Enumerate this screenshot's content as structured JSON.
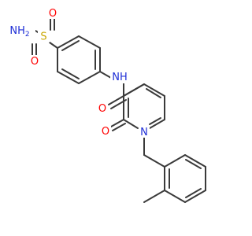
{
  "molecule": {
    "colors": {
      "bond": "#3a3a3a",
      "carbon": "#3a3a3a",
      "nitrogen": "#1f2fd6",
      "oxygen": "#ff0000",
      "sulfur": "#c8a600"
    },
    "atoms": [
      {
        "id": "s",
        "element": "S",
        "label": "S",
        "color_key": "sulfur"
      },
      {
        "id": "nh2",
        "element": "N",
        "label": "NH2",
        "color_key": "nitrogen"
      },
      {
        "id": "o_s1",
        "element": "O",
        "label": "O",
        "color_key": "oxygen"
      },
      {
        "id": "o_s2",
        "element": "O",
        "label": "O",
        "color_key": "oxygen"
      },
      {
        "id": "nh",
        "element": "N",
        "label": "NH",
        "color_key": "nitrogen"
      },
      {
        "id": "o_am",
        "element": "O",
        "label": "O",
        "color_key": "oxygen"
      },
      {
        "id": "o_pyr",
        "element": "O",
        "label": "O",
        "color_key": "oxygen"
      },
      {
        "id": "n_pyr",
        "element": "N",
        "label": "N",
        "color_key": "nitrogen"
      }
    ]
  }
}
